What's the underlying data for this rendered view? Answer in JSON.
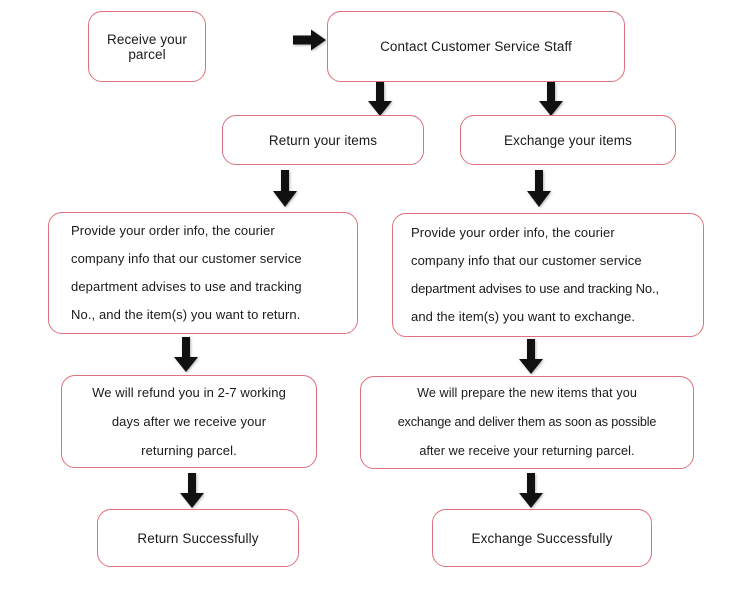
{
  "diagram": {
    "title": "Return and Exchange Process Flowchart",
    "theme": {
      "box_border_color": "#e0707d",
      "box_fill_color": "#ffffff",
      "text_color": "#1a1a1a",
      "arrow_color": "#1a1a1a",
      "background_color": "#ffffff"
    },
    "nodes": [
      {
        "id": "receive-parcel",
        "label": "Receive your parcel",
        "lines": [
          "Receive your parcel"
        ]
      },
      {
        "id": "contact-customer-service",
        "label": "Contact Customer Service Staff",
        "lines": [
          "Contact Customer Service Staff"
        ]
      },
      {
        "id": "return-your-items",
        "label": "Return your items",
        "lines": [
          "Return your items"
        ]
      },
      {
        "id": "exchange-your-items",
        "label": "Exchange your items",
        "lines": [
          "Exchange your items"
        ]
      },
      {
        "id": "return-provide-info",
        "label": "Provide your order info, the courier company info that our customer service department advises to use and tracking No., and the item(s) you want to return.",
        "lines": [
          "Provide your order info, the courier",
          "company info that our customer service",
          "department advises to use and tracking",
          "No., and the item(s) you want to return."
        ]
      },
      {
        "id": "exchange-provide-info",
        "label": "Provide your order info, the courier company info that our customer service department advises to use and tracking No., and the item(s) you want to exchange.",
        "lines": [
          "Provide your order info, the courier",
          "company info that our customer service",
          "department advises to use and tracking No.,",
          "and the item(s) you want to exchange."
        ]
      },
      {
        "id": "refund-notice",
        "label": "We will refund you in 2-7 working days after we receive your returning parcel.",
        "lines": [
          "We will refund you in 2-7 working",
          "days after we receive your",
          "returning parcel."
        ]
      },
      {
        "id": "prepare-new-items",
        "label": "We will prepare the new items that you exchange and deliver them as soon as possible after we receive your returning parcel.",
        "lines": [
          "We will prepare the new items that you",
          "exchange  and deliver them as soon as possible",
          "after we receive your returning parcel."
        ]
      },
      {
        "id": "return-successfully",
        "label": "Return Successfully",
        "lines": [
          "Return Successfully"
        ]
      },
      {
        "id": "exchange-successfully",
        "label": "Exchange Successfully",
        "lines": [
          "Exchange Successfully"
        ]
      }
    ],
    "connectors": [
      {
        "id": "receive-to-contact",
        "direction": "right",
        "icon": "arrow-right-icon"
      },
      {
        "id": "contact-to-return",
        "direction": "down",
        "icon": "arrow-down-icon"
      },
      {
        "id": "contact-to-exchange",
        "direction": "down",
        "icon": "arrow-down-icon"
      },
      {
        "id": "return-to-provide-info",
        "direction": "down",
        "icon": "arrow-down-icon"
      },
      {
        "id": "exchange-to-provide-info",
        "direction": "down",
        "icon": "arrow-down-icon"
      },
      {
        "id": "provide-info-to-refund",
        "direction": "down",
        "icon": "arrow-down-icon"
      },
      {
        "id": "provide-info-to-prepare",
        "direction": "down",
        "icon": "arrow-down-icon"
      },
      {
        "id": "refund-to-return-success",
        "direction": "down",
        "icon": "arrow-down-icon"
      },
      {
        "id": "prepare-to-exchange-success",
        "direction": "down",
        "icon": "arrow-down-icon"
      }
    ]
  }
}
